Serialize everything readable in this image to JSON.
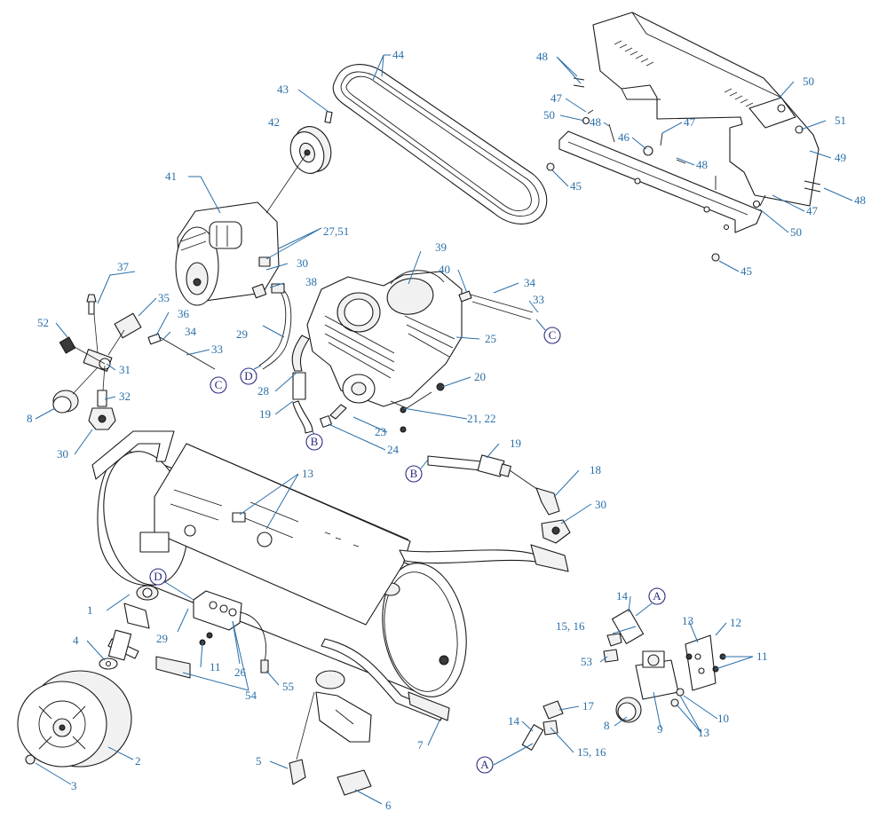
{
  "callouts": {
    "c1": "1",
    "c2": "2",
    "c3": "3",
    "c4": "4",
    "c5": "5",
    "c6": "6",
    "c7": "7",
    "c8a": "8",
    "c8b": "8",
    "c9": "9",
    "c10": "10",
    "c11a": "11",
    "c11b": "11",
    "c12": "12",
    "c13a": "13",
    "c13b": "13",
    "c13c": "13",
    "c14a": "14",
    "c14b": "14",
    "c15a": "15, 16",
    "c15b": "15, 16",
    "c17": "17",
    "c18": "18",
    "c19a": "19",
    "c19b": "19",
    "c20": "20",
    "c21": "21, 22",
    "c23": "23",
    "c24": "24",
    "c25": "25",
    "c26": "26",
    "c2751": "27,51",
    "c28": "28",
    "c29a": "29",
    "c29b": "29",
    "c30a": "30",
    "c30b": "30",
    "c30c": "30",
    "c31": "31",
    "c32": "32",
    "c33a": "33",
    "c33b": "33",
    "c34a": "34",
    "c34b": "34",
    "c35": "35",
    "c36": "36",
    "c37": "37",
    "c38": "38",
    "c39": "39",
    "c40": "40",
    "c41": "41",
    "c42": "42",
    "c43": "43",
    "c44": "44",
    "c45a": "45",
    "c45b": "45",
    "c46": "46",
    "c47a": "47",
    "c47b": "47",
    "c47c": "47",
    "c48a": "48",
    "c48b": "48",
    "c48c": "48",
    "c48d": "48",
    "c49": "49",
    "c50a": "50",
    "c50b": "50",
    "c50c": "50",
    "c51": "51",
    "c52": "52",
    "c53": "53",
    "c54": "54",
    "c55": "55"
  },
  "references": {
    "ref_a1": "A",
    "ref_a2": "A",
    "ref_b1": "B",
    "ref_b2": "B",
    "ref_c1": "C",
    "ref_c2": "C",
    "ref_d1": "D",
    "ref_d2": "D"
  },
  "colors": {
    "label": "#2a6fa8",
    "reference": "#2a2a80",
    "line": "#1a1a1a"
  }
}
